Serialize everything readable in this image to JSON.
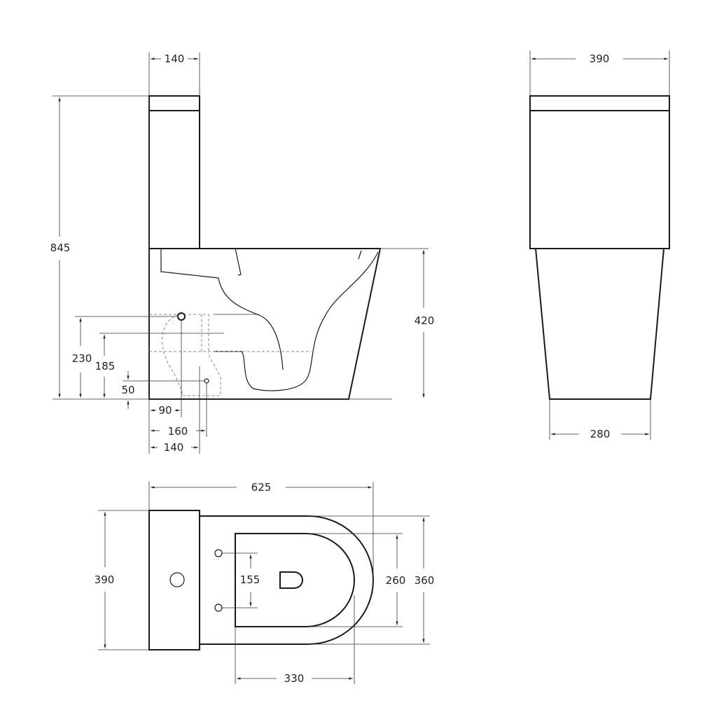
{
  "colors": {
    "line": "#1a1a1a",
    "background": "#ffffff"
  },
  "side_view": {
    "dims": {
      "tank_depth": "140",
      "total_height": "845",
      "bowl_height": "420",
      "inlet_height": "230",
      "outlet_height": "185",
      "lower_inlet_height": "50",
      "inlet_offset": "90",
      "outlet_offset": "160",
      "outlet_center": "140"
    }
  },
  "front_view": {
    "dims": {
      "tank_width": "390",
      "base_width": "280"
    }
  },
  "top_view": {
    "dims": {
      "length": "625",
      "tank_width": "390",
      "bowl_width": "360",
      "seat_width": "260",
      "hole_spacing": "155",
      "seat_length": "330"
    }
  }
}
